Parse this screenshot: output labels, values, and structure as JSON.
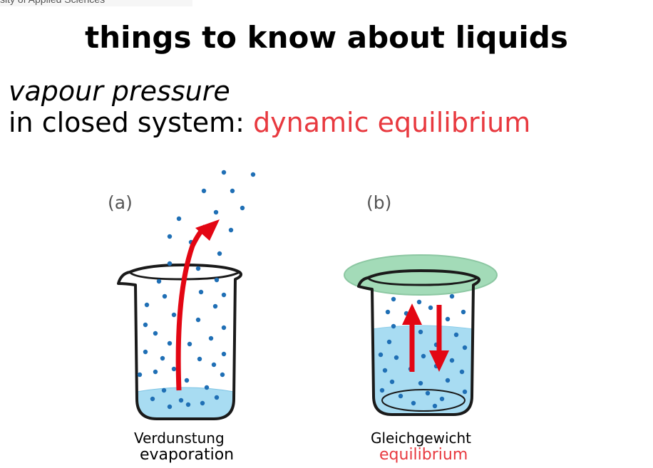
{
  "header": {
    "fragment": "sity of Applied Sciences"
  },
  "title": "things to know about liquids",
  "subtitle_italic": "vapour pressure",
  "line": {
    "prefix": "in closed system: ",
    "accent": "dynamic equilibrium"
  },
  "figure": {
    "panel_a": {
      "label": "(a)",
      "caption_de": "Verdunstung",
      "caption_en": "evaporation"
    },
    "panel_b": {
      "label": "(b)",
      "caption_de": "Gleichgewicht",
      "caption_en": "equilibrium"
    }
  },
  "colors": {
    "accent": "#e8393f",
    "arrow": "#e30613",
    "particle": "#1f6fb5",
    "liquid": "#a8dcf2",
    "lid": "#a3dbb8"
  },
  "icons": [
    "beaker-open",
    "beaker-covered",
    "evaporation-arrow",
    "up-arrow",
    "down-arrow"
  ]
}
